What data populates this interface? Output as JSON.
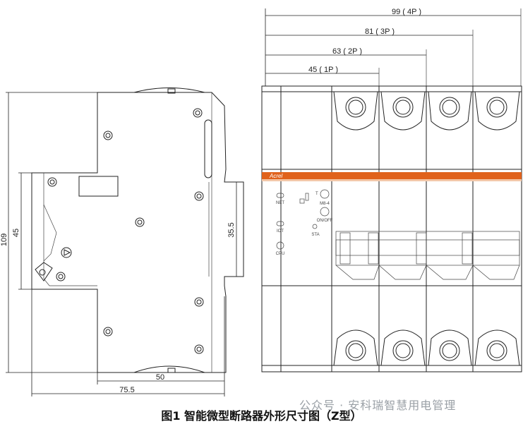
{
  "side_view": {
    "dim_overall_height": "109",
    "dim_middle_height": "45",
    "dim_depth_inner": "50",
    "dim_depth_overall": "75.5",
    "dim_rail_height": "35.5"
  },
  "front_view": {
    "dim_4p": "99 ( 4P )",
    "dim_3p": "81 ( 3P )",
    "dim_2p": "63 ( 2P )",
    "dim_1p": "45 ( 1P )",
    "brand": "Acrel",
    "indicators": [
      "NET",
      "IOT",
      "CPU"
    ],
    "button_top_label": "M8-4",
    "button_onoff_label": "ON/OFF",
    "status_label": "STA",
    "t_label": "T",
    "accent_color": "#e0621c"
  },
  "caption": "图1   智能微型断路器外形尺寸图（Z型）",
  "watermark": "公众号 · 安科瑞智慧用电管理"
}
